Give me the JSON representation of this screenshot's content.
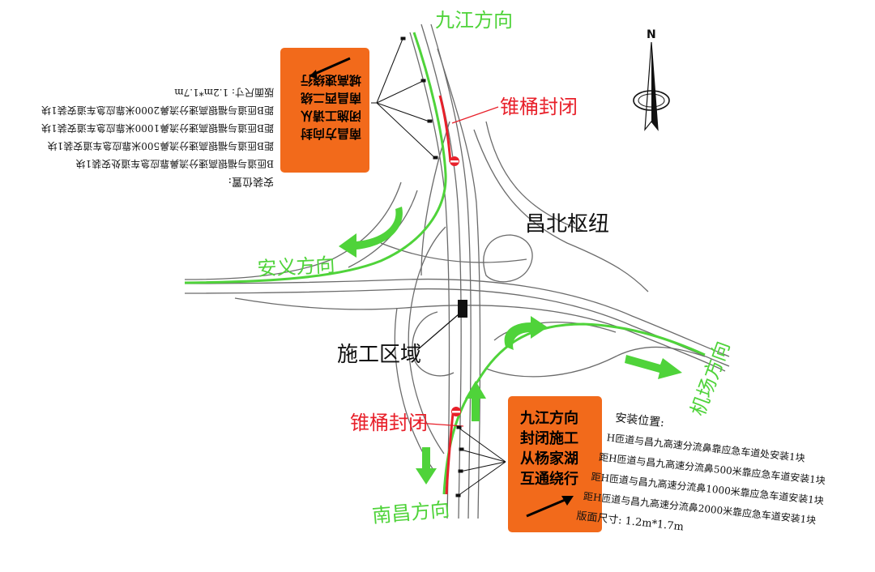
{
  "map": {
    "directions": {
      "north_top": "九江方向",
      "west": "安义方向",
      "south": "南昌方向",
      "east": "机场方向"
    },
    "interchange_name": "昌北枢纽",
    "construction_zone": "施工区域",
    "cone_closure_top": "锥桶封闭",
    "cone_closure_bottom": "锥桶封闭",
    "compass_label": "N",
    "colors": {
      "road_line": "#666666",
      "detour_green": "#4fd33a",
      "closure_red": "#e8202a",
      "sign_orange": "#f26a1b"
    }
  },
  "sign_bottom": {
    "lines": [
      "九江方向",
      "封闭施工",
      "从杨家湖",
      "互通绕行"
    ],
    "install_title": "安装位置:",
    "install_lines": [
      "H匝道与昌九高速分流鼻靠应急车道处安装1块",
      "距H匝道与昌九高速分流鼻500米靠应急车道安装1块",
      "距H匝道与昌九高速分流鼻1000米靠应急车道安装1块",
      "距H匝道与昌九高速分流鼻2000米靠应急车道安装1块"
    ],
    "size_line": "版面尺寸: 1.2m*1.7m"
  },
  "sign_top": {
    "lines": [
      "南昌方向封",
      "闭施工请从",
      "南昌西二绕",
      "城高速绕行"
    ],
    "install_title": "安装位置:",
    "install_lines": [
      "B匝道与福银高速分流鼻靠应急车道处安装1块",
      "距B匝道与福银高速分流鼻500米靠应急车道安装1块",
      "距B匝道与福银高速分流鼻1000米靠应急车道安装1块",
      "距B匝道与福银高速分流鼻2000米靠应急车道安装1块"
    ],
    "size_line": "版面尺寸: 1.2m*1.7m"
  }
}
